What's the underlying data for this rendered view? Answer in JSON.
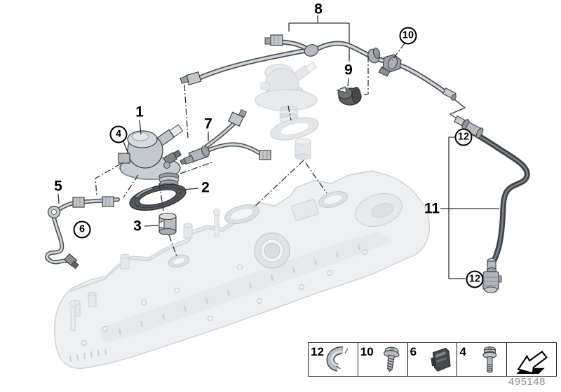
{
  "diagram": {
    "part_number": "495148",
    "callouts": [
      {
        "label": "1",
        "circled": false
      },
      {
        "label": "2",
        "circled": false
      },
      {
        "label": "3",
        "circled": false
      },
      {
        "label": "4",
        "circled": true
      },
      {
        "label": "5",
        "circled": false
      },
      {
        "label": "6",
        "circled": true
      },
      {
        "label": "7",
        "circled": false
      },
      {
        "label": "8",
        "circled": false
      },
      {
        "label": "9",
        "circled": false
      },
      {
        "label": "10",
        "circled": true
      },
      {
        "label": "11",
        "circled": false
      },
      {
        "label": "12",
        "circled": true
      },
      {
        "label": "12",
        "circled": true
      }
    ],
    "legend": {
      "items": [
        {
          "label": "12",
          "icon": "hose-clamp-icon"
        },
        {
          "label": "10",
          "icon": "self-tapping-screw-icon"
        },
        {
          "label": "6",
          "icon": "cable-clip-icon"
        },
        {
          "label": "4",
          "icon": "socket-head-bolt-icon"
        },
        {
          "label": "",
          "icon": "direction-arrow-icon"
        }
      ]
    },
    "colors": {
      "line": "#2e3133",
      "metal": "#c2c7cc",
      "dark_part": "#4a4f54",
      "ghost": "#e9ecee",
      "part_number_text": "#898e93"
    }
  }
}
